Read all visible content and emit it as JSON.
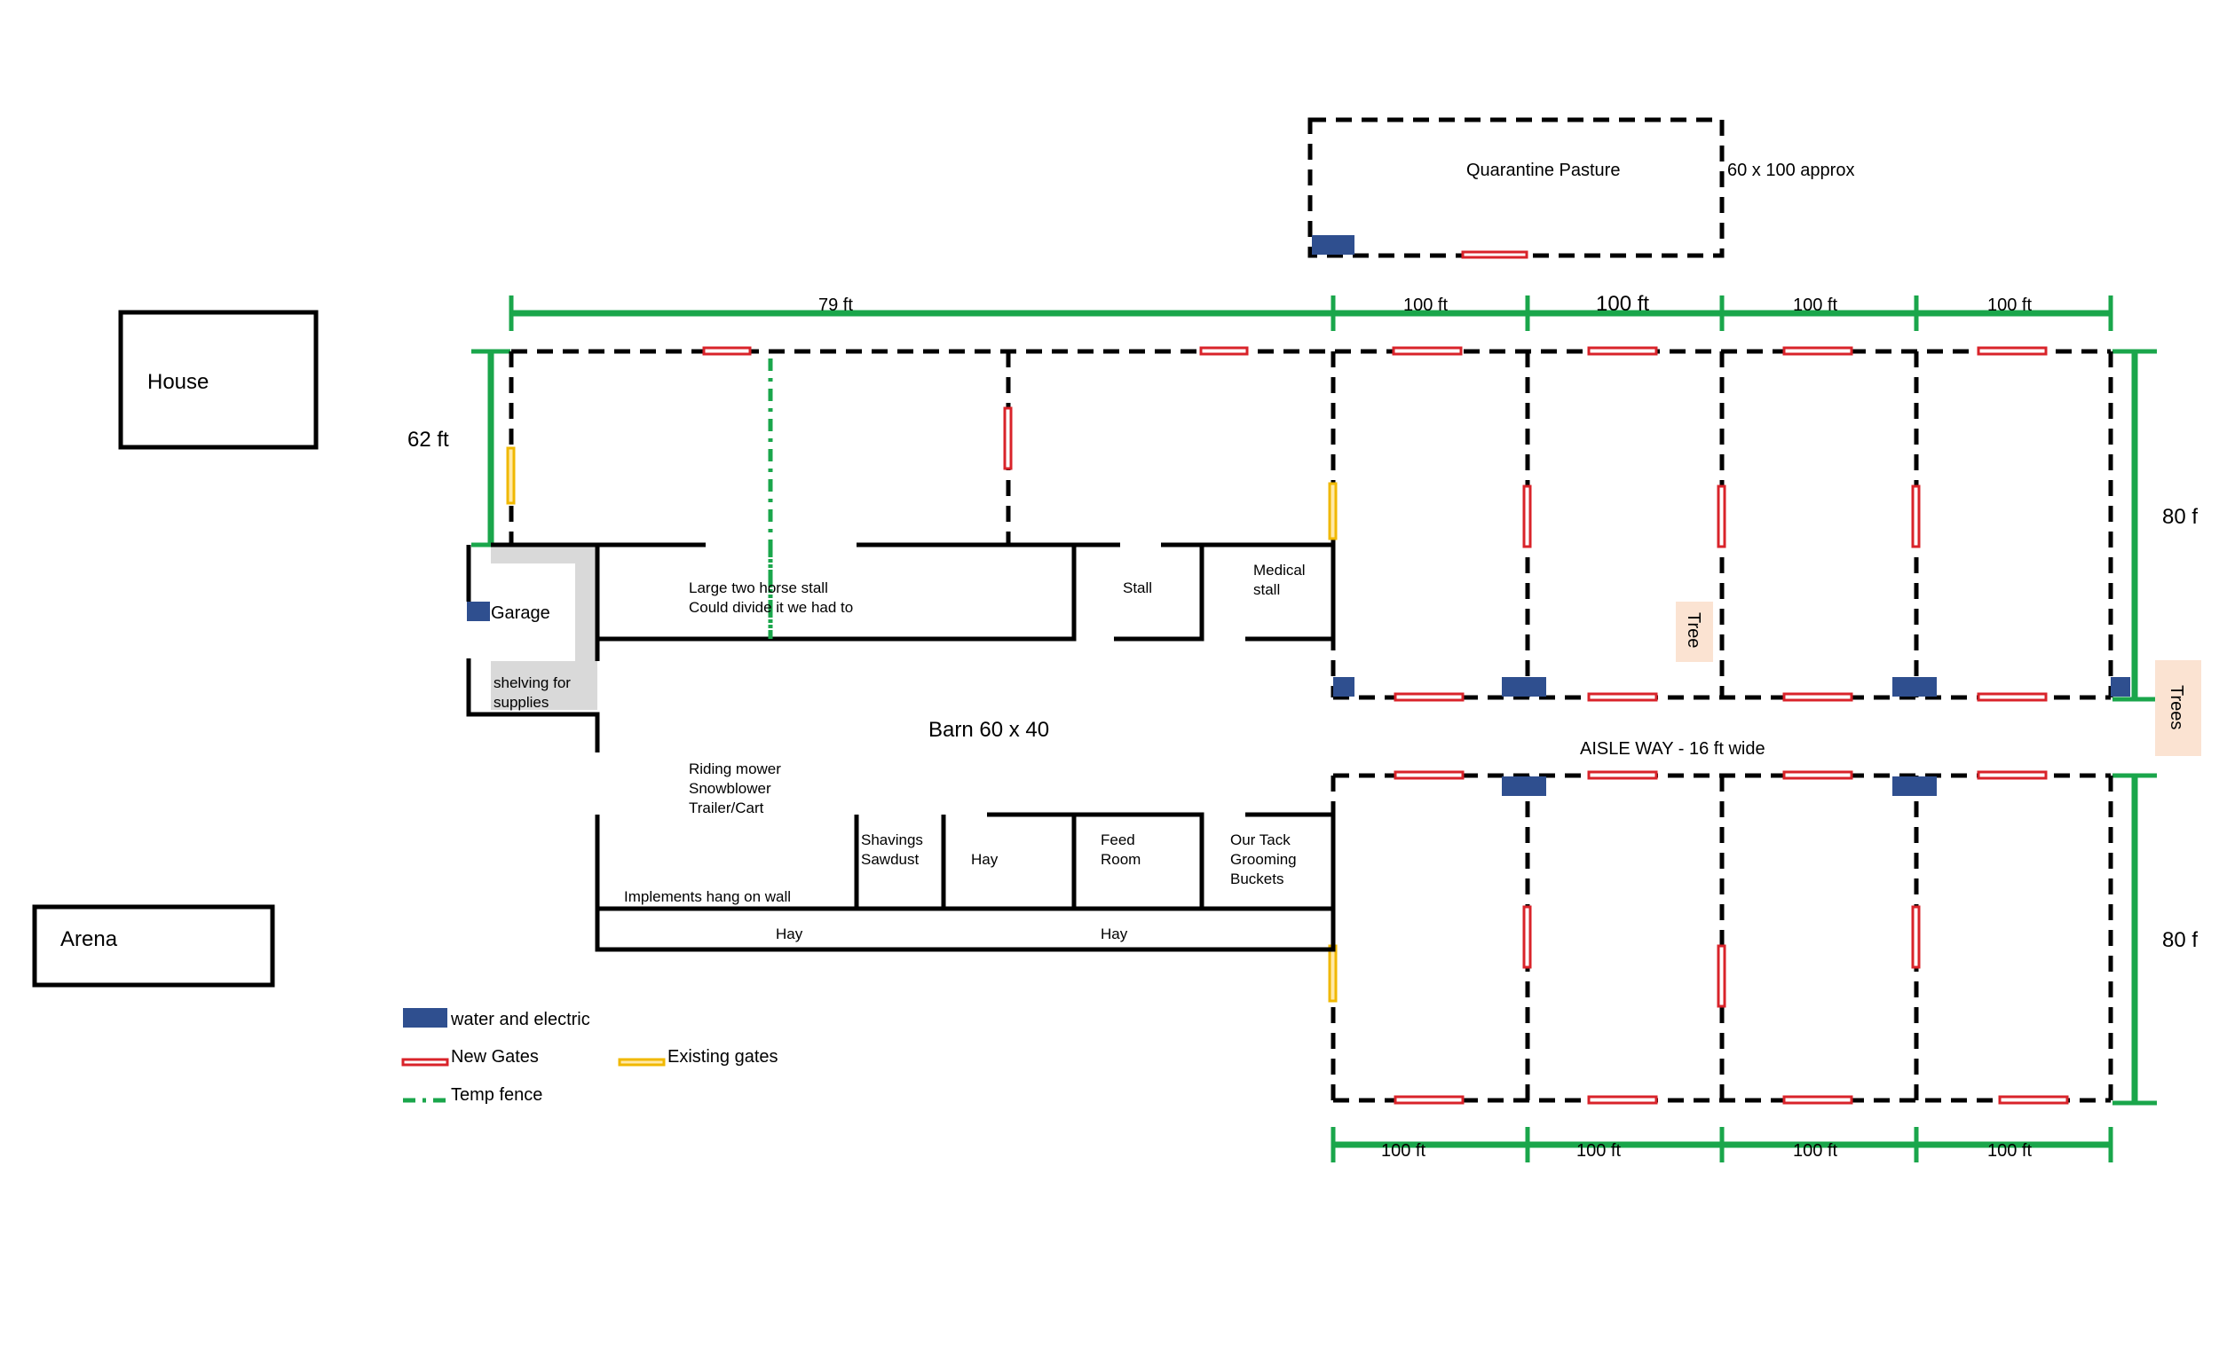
{
  "labels": {
    "house": "House",
    "arena": "Arena",
    "quarantine": "Quarantine Pasture",
    "quarantine_size": "60 x 100 approx",
    "dim_79": "79 ft",
    "dim_100_a": "100 ft",
    "dim_100_b": "100 ft",
    "dim_100_c": "100 ft",
    "dim_100_d": "100 ft",
    "dim_62": "62 ft",
    "dim_80_top": "80 f",
    "dim_80_bottom": "80 f",
    "dim_bottom_a": "100 ft",
    "dim_bottom_b": "100 ft",
    "dim_bottom_c": "100 ft",
    "dim_bottom_d": "100 ft",
    "garage": "Garage",
    "shelving_1": "shelving for",
    "shelving_2": "supplies",
    "large_stall_1": "Large two horse stall",
    "large_stall_2": "Could divide it we had to",
    "stall": "Stall",
    "medical_1": "Medical",
    "medical_2": "stall",
    "barn": "Barn 60 x 40",
    "mower_1": "Riding mower",
    "mower_2": "Snowblower",
    "mower_3": "Trailer/Cart",
    "shavings_1": "Shavings",
    "shavings_2": "Sawdust",
    "hay_room": "Hay",
    "feed_1": "Feed",
    "feed_2": "Room",
    "tack_1": "Our Tack",
    "tack_2": "Grooming",
    "tack_3": "Buckets",
    "implements": "Implements hang on wall",
    "hay_left": "Hay",
    "hay_right": "Hay",
    "aisle": "AISLE WAY - 16 ft wide",
    "tree": "Tree",
    "trees": "Trees"
  },
  "legend": {
    "water": "water and electric",
    "new_gates": "New Gates",
    "existing_gates": "Existing gates",
    "temp_fence": "Temp fence"
  },
  "colors": {
    "fence_dim": "#1aa64b",
    "new_gate": "#d9232a",
    "existing_gate": "#f0b800",
    "water": "#2f4f8f",
    "tree_bg": "#fbe3d2",
    "shelving": "#d9d9d9"
  }
}
